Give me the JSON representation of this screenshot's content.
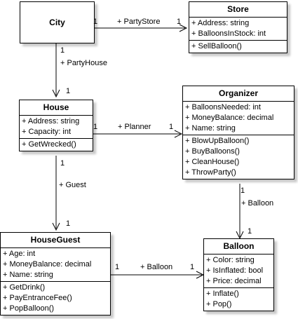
{
  "classes": {
    "city": {
      "name": "City"
    },
    "store": {
      "name": "Store",
      "attributes": [
        "+ Address: string",
        "+ BalloonsInStock: int"
      ],
      "operations": [
        "+ SellBalloon()"
      ]
    },
    "house": {
      "name": "House",
      "attributes": [
        "+ Address: string",
        "+ Capacity: int"
      ],
      "operations": [
        "+ GetWrecked()"
      ]
    },
    "organizer": {
      "name": "Organizer",
      "attributes": [
        "+ BalloonsNeeded: int",
        "+ MoneyBalance: decimal",
        "+ Name: string"
      ],
      "operations": [
        "+ BlowUpBalloon()",
        "+ BuyBalloons()",
        "+ CleanHouse()",
        "+ ThrowParty()"
      ]
    },
    "houseguest": {
      "name": "HouseGuest",
      "attributes": [
        "+ Age: int",
        "+ MoneyBalance: decimal",
        "+ Name: string"
      ],
      "operations": [
        "+ GetDrink()",
        "+ PayEntranceFee()",
        "+ PopBalloon()"
      ]
    },
    "balloon": {
      "name": "Balloon",
      "attributes": [
        "+ Color: string",
        "+ IsInflated: bool",
        "+ Price: decimal"
      ],
      "operations": [
        "+ Inflate()",
        "+ Pop()"
      ]
    }
  },
  "associations": {
    "party_store": {
      "label": "+ PartyStore",
      "source_mult": "1",
      "target_mult": "1"
    },
    "party_house": {
      "label": "+ PartyHouse",
      "source_mult": "1",
      "target_mult": "1"
    },
    "planner": {
      "label": "+ Planner",
      "source_mult": "1",
      "target_mult": "1"
    },
    "guest": {
      "label": "+ Guest",
      "source_mult": "1",
      "target_mult": "1"
    },
    "balloon_org": {
      "label": "+ Balloon",
      "source_mult": "1",
      "target_mult": "1"
    },
    "balloon_guest": {
      "label": "+ Balloon",
      "source_mult": "1",
      "target_mult": "1"
    }
  }
}
